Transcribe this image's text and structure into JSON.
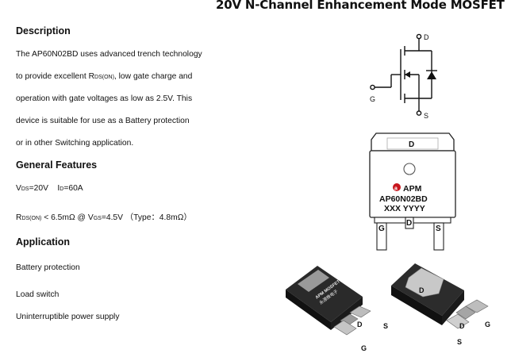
{
  "title": "20V N-Channel Enhancement Mode MOSFET",
  "description": {
    "heading": "Description",
    "line1": "The AP60N02BD uses advanced trench technology",
    "line2_pre": "to provide excellent R",
    "line2_sub": "DS(ON)",
    "line2_post": ", low gate charge and",
    "line3": "operation with gate voltages as low as 2.5V. This",
    "line4": "device is suitable for use as a Battery protection",
    "line5": "or in other Switching application."
  },
  "features": {
    "heading": "General Features",
    "vds_pre": "V",
    "vds_sub": "DS",
    "vds_post": "=20V",
    "id_pre": "I",
    "id_sub": "D",
    "id_post": "=60A",
    "rds_pre": "R",
    "rds_sub": "DS(ON)",
    "rds_mid": " < 6.5mΩ @ V",
    "rds_sub2": "GS",
    "rds_post": "=4.5V （Type：4.8mΩ）"
  },
  "application": {
    "heading": "Application",
    "items": [
      "Battery protection",
      "Load switch",
      "Uninterruptible power supply"
    ]
  },
  "schematic": {
    "d": "D",
    "g": "G",
    "s": "S"
  },
  "package": {
    "brand": "APM",
    "part": "AP60N02BD",
    "code": "XXX YYYY",
    "top_d": "D",
    "pin_g": "G",
    "pin_d": "D",
    "pin_s": "S"
  },
  "photos": {
    "marking_line1": "APM MOSFET",
    "marking_line2": "永源微电子",
    "left_d": "D",
    "left_s": "S",
    "left_g": "G",
    "right_tab_d": "D",
    "right_d": "D",
    "right_s": "S",
    "right_g": "G"
  }
}
